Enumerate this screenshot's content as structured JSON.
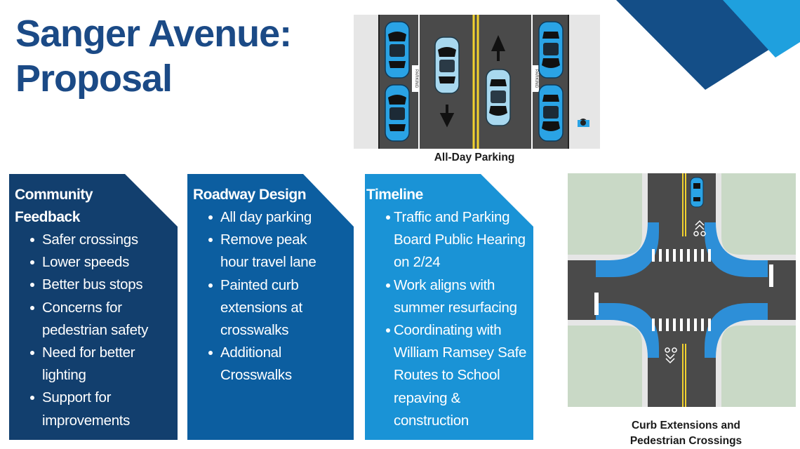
{
  "title": {
    "line1": "Sanger Avenue:",
    "line2": "Proposal"
  },
  "top_image": {
    "parking_label": "PARKING",
    "caption": "All-Day Parking"
  },
  "cards": [
    {
      "heading": "Community Feedback",
      "bullets": [
        "Safer crossings",
        "Lower speeds",
        "Better bus stops",
        "Concerns for pedestrian safety",
        "Need for better lighting",
        "Support for improvements"
      ]
    },
    {
      "heading": "Roadway Design",
      "bullets": [
        "All day parking",
        "Remove peak hour travel lane",
        "Painted curb extensions at crosswalks",
        "Additional Crosswalks"
      ]
    },
    {
      "heading": "Timeline",
      "bullets": [
        "Traffic and Parking Board Public Hearing on 2/24",
        "Work aligns with summer resurfacing",
        "Coordinating with William Ramsey Safe Routes to School repaving & construction"
      ]
    }
  ],
  "intersection_image": {
    "caption_line1": "Curb Extensions and",
    "caption_line2": "Pedestrian Crossings"
  },
  "colors": {
    "title": "#1b4a86",
    "card1": "#123f6e",
    "card2": "#0c5ea0",
    "card3": "#1a93d6",
    "deco_dark": "#144e87",
    "deco_light": "#1fa0de",
    "car_blue": "#2aa3e5",
    "car_light": "#a8d8ef",
    "road": "#4a4a4a",
    "curb_blue": "#2d8fd8",
    "grass": "#c9d9c6"
  }
}
